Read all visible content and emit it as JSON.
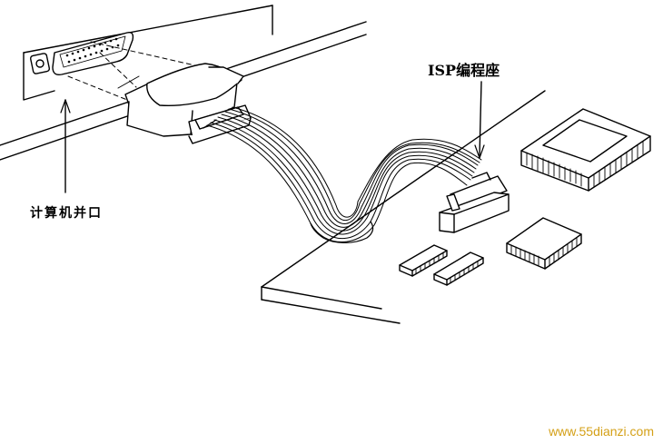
{
  "labels": {
    "isp_socket": "ISP编程座",
    "pc_parallel_port": "计算机并口"
  },
  "watermark": "www.55dianzi.com",
  "colors": {
    "line": "#000000",
    "background": "#ffffff",
    "watermark": "#d4a017"
  }
}
